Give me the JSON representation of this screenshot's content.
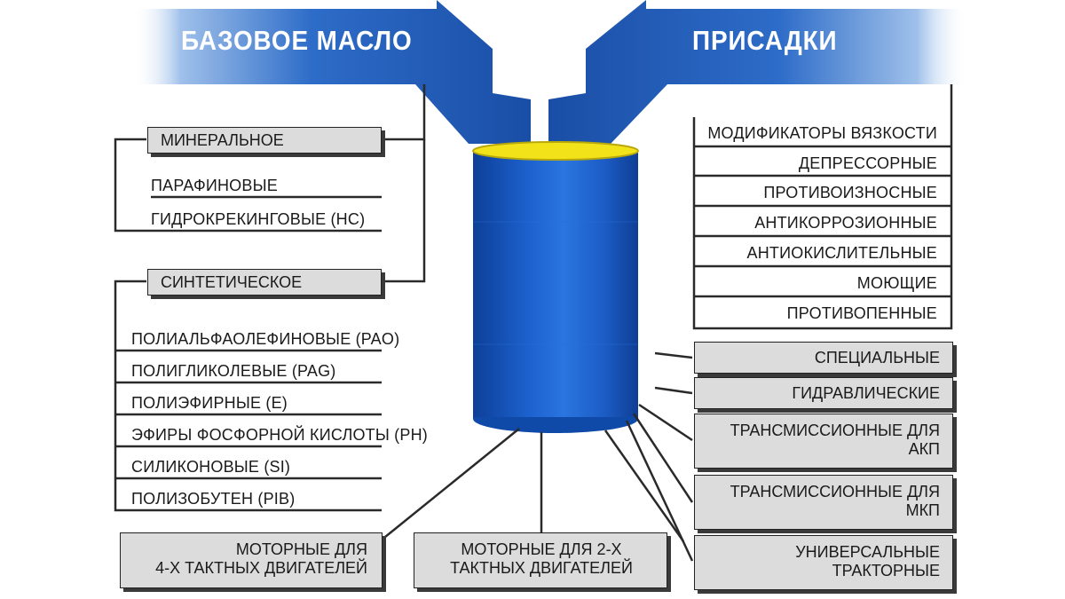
{
  "headers": {
    "base_oil": "БАЗОВОЕ МАСЛО",
    "additives": "ПРИСАДКИ"
  },
  "base_oil": {
    "mineral": {
      "label": "МИНЕРАЛЬНОЕ",
      "items": [
        "ПАРАФИНОВЫЕ",
        "ГИДРОКРЕКИНГОВЫЕ (НС)"
      ]
    },
    "synthetic": {
      "label": "СИНТЕТИЧЕСКОЕ",
      "items": [
        "ПОЛИАЛЬФАОЛЕФИНОВЫЕ (PAO)",
        "ПОЛИГЛИКОЛЕВЫЕ (PAG)",
        "ПОЛИЭФИРНЫЕ (Е)",
        "ЭФИРЫ ФОСФОРНОЙ КИСЛОТЫ (PH)",
        "СИЛИКОНОВЫЕ (SI)",
        "ПОЛИЗОБУТЕН (PIB)"
      ]
    }
  },
  "additives": [
    "МОДИФИКАТОРЫ ВЯЗКОСТИ",
    "ДЕПРЕССОРНЫЕ",
    "ПРОТИВОИЗНОСНЫЕ",
    "АНТИКОРРОЗИОННЫЕ",
    "АНТИОКИСЛИТЕЛЬНЫЕ",
    "МОЮЩИЕ",
    "ПРОТИВОПЕННЫЕ"
  ],
  "oil_types": {
    "special": "СПЕЦИАЛЬНЫЕ",
    "hydraulic": "ГИДРАВЛИЧЕСКИЕ",
    "transmission_akp": [
      "ТРАНСМИССИОННЫЕ ДЛЯ",
      "АКП"
    ],
    "transmission_mkp": [
      "ТРАНСМИССИОННЫЕ ДЛЯ",
      "МКП"
    ],
    "tractor": [
      "УНИВЕРСАЛЬНЫЕ",
      "ТРАКТОРНЫЕ"
    ],
    "motor_4t": [
      "МОТОРНЫЕ ДЛЯ",
      "4-Х ТАКТНЫХ ДВИГАТЕЛЕЙ"
    ],
    "motor_2t": [
      "МОТОРНЫЕ ДЛЯ 2-Х",
      "ТАКТНЫХ ДВИГАТЕЛЕЙ"
    ]
  },
  "colors": {
    "arrow_blue": "#1f56b0",
    "barrel_blue": "#1a5bc4",
    "barrel_top": "#f2e21a",
    "box_gray": "#dcdcdc",
    "line": "#2a2a2a"
  }
}
